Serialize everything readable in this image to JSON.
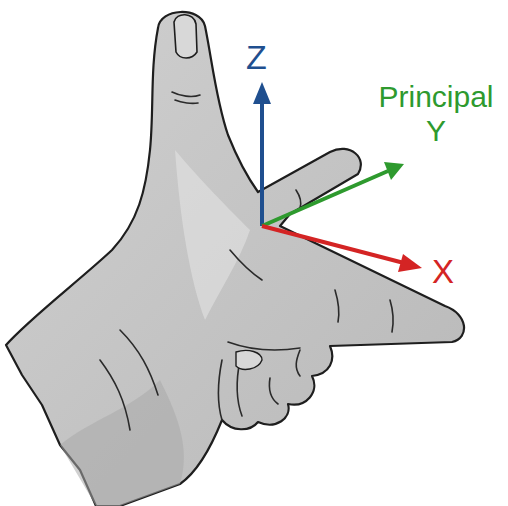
{
  "diagram": {
    "labels": [
      "Z",
      "Principal Y",
      "X"
    ]
  }
}
